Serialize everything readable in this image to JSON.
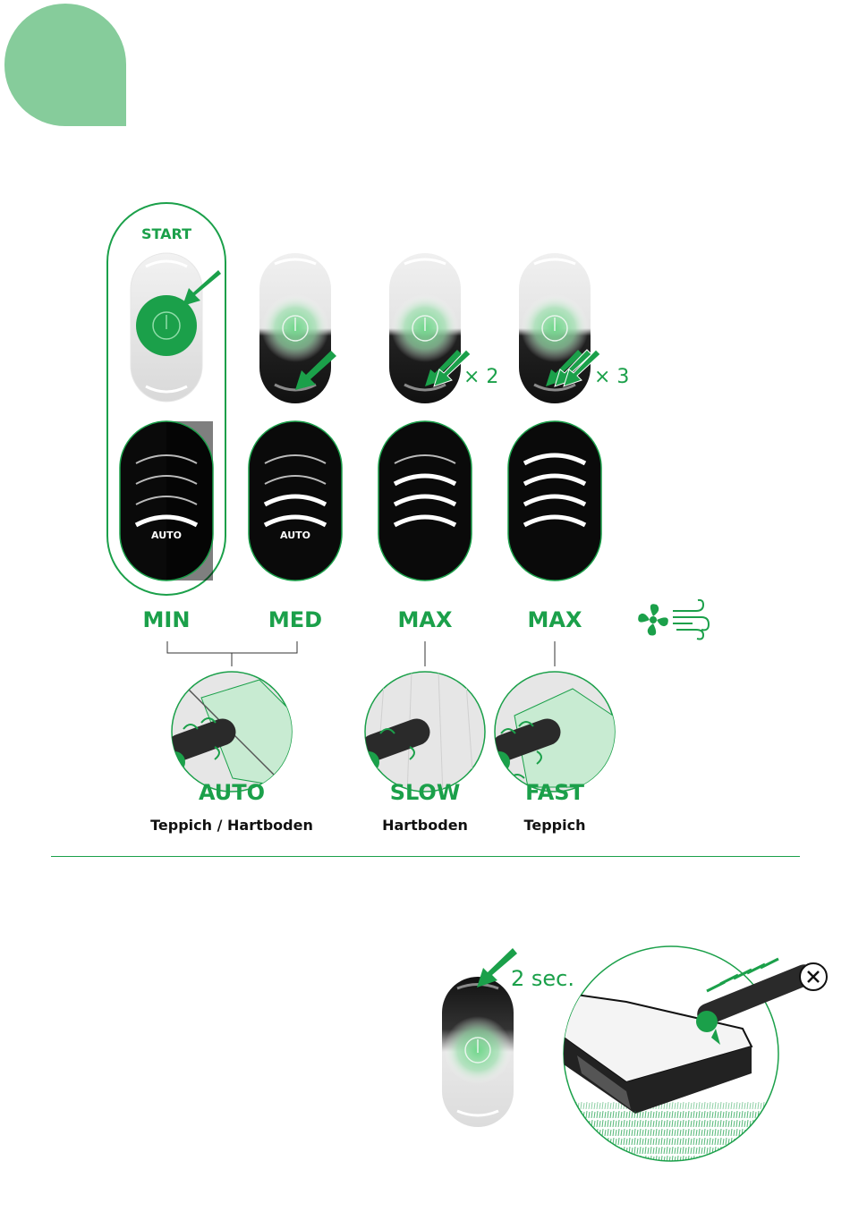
{
  "colors": {
    "accent": "#1ba04a",
    "light_green": "#86cc9b",
    "dark": "#111111"
  },
  "start_label": "START",
  "press_multipliers": [
    "× 2",
    "× 3"
  ],
  "indicator_auto_label": "AUTO",
  "power_modes": [
    "MIN",
    "MED",
    "MAX",
    "MAX"
  ],
  "fan_icon": "fan-airflow-icon",
  "brush_modes": [
    {
      "speed": "AUTO",
      "floor": "Teppich / Hartboden"
    },
    {
      "speed": "SLOW",
      "floor": "Hartboden"
    },
    {
      "speed": "FAST",
      "floor": "Teppich"
    }
  ],
  "hold_duration": "2 sec.",
  "close_icon": "close-icon"
}
